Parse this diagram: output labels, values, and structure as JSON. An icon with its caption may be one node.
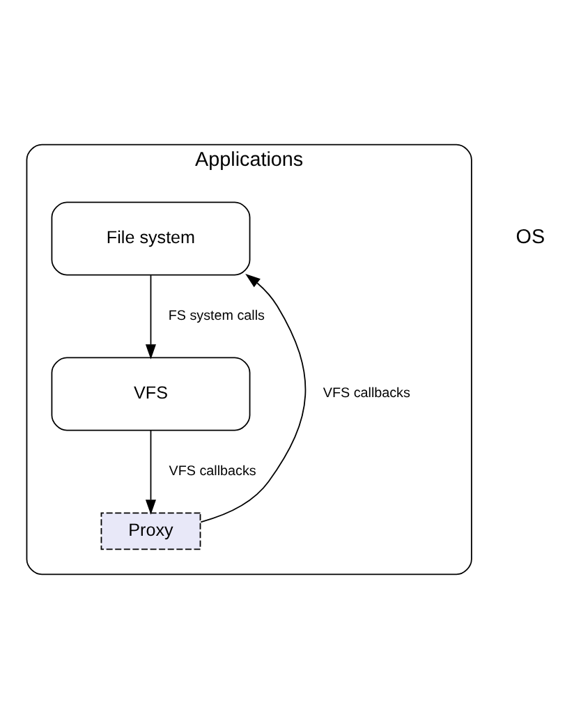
{
  "diagram": {
    "nodes": [
      {
        "text": [
          "Applications"
        ]
      },
      {
        "text": [
          "File system"
        ],
        "in": 0
      },
      {
        "text": [
          "VFS"
        ],
        "in": 0
      },
      {
        "text": [
          "Proxy"
        ],
        "in": 0
      }
    ],
    "edges": [
      {
        "from": 1,
        "to": 2,
        "arrow": "to",
        "label": "FS system calls"
      },
      {
        "from": 2,
        "to": 3,
        "arrow": "to",
        "label": "VFS callbacks"
      },
      {
        "from": 3,
        "to": 1,
        "arrow": "to",
        "label": "VFS callbacks"
      }
    ],
    "labels": [
      "OS"
    ]
  }
}
